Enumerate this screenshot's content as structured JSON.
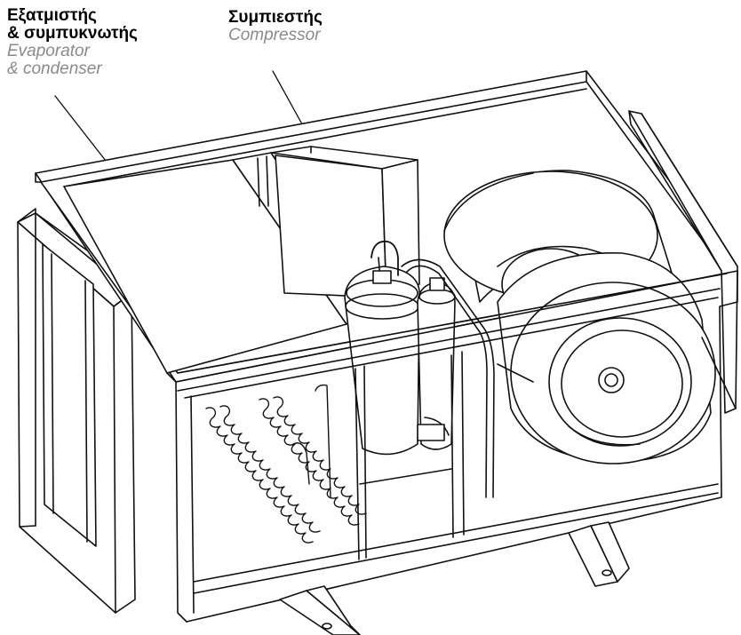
{
  "labels": {
    "evaporator": {
      "greek_line1": "Εξατμιστής",
      "greek_line2": "& συμπυκνωτής",
      "english_line1": "Evaporator",
      "english_line2": "& condenser"
    },
    "compressor": {
      "greek": "Συμπιεστής",
      "english": "Compressor"
    }
  },
  "colors": {
    "line": "#111111",
    "subtitle": "#8a8a8a",
    "panel": "#ffffff"
  }
}
